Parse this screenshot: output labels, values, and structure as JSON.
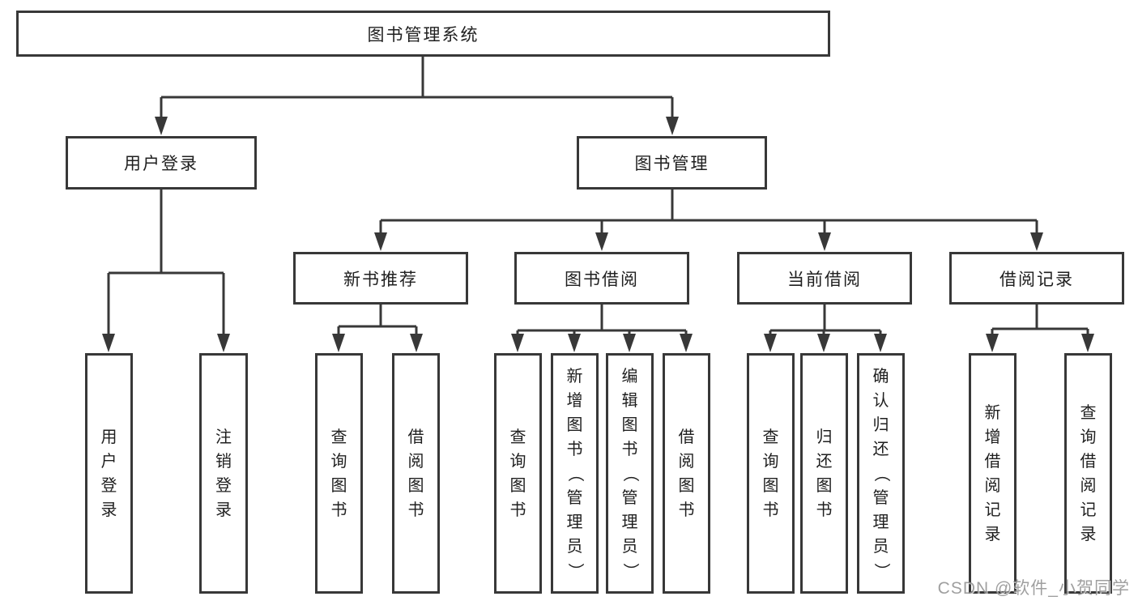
{
  "tree": {
    "root": {
      "label": "图书管理系统"
    },
    "branches": [
      {
        "label": "用户登录",
        "children": [
          {
            "label": "用户登录"
          },
          {
            "label": "注销登录"
          }
        ]
      },
      {
        "label": "图书管理",
        "children": [
          {
            "label": "新书推荐",
            "children": [
              {
                "label": "查询图书"
              },
              {
                "label": "借阅图书"
              }
            ]
          },
          {
            "label": "图书借阅",
            "children": [
              {
                "label": "查询图书"
              },
              {
                "label": "新增图书（管理员）"
              },
              {
                "label": "编辑图书（管理员）"
              },
              {
                "label": "借阅图书"
              }
            ]
          },
          {
            "label": "当前借阅",
            "children": [
              {
                "label": "查询图书"
              },
              {
                "label": "归还图书"
              },
              {
                "label": "确认归还（管理员）"
              }
            ]
          },
          {
            "label": "借阅记录",
            "children": [
              {
                "label": "新增借阅记录"
              },
              {
                "label": "查询借阅记录"
              }
            ]
          }
        ]
      }
    ]
  },
  "watermark": {
    "text": "CSDN @软件_小贺同学"
  },
  "colors": {
    "line": "#383838",
    "text": "#1f1f1f",
    "box-bg": "#ffffff",
    "background": "#ffffff",
    "watermark": "#8f8f8f"
  }
}
